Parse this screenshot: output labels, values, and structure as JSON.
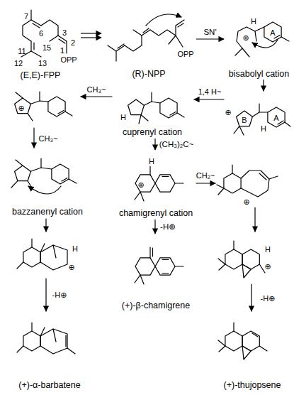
{
  "diagram": {
    "nodes": [
      {
        "text": [
          "(E,E)-FPP"
        ]
      },
      {
        "text": [
          "(R)-NPP"
        ]
      },
      {
        "text": [
          "bisabolyl cation"
        ]
      },
      {
        "text": [
          "cuprenyl cation"
        ]
      },
      {
        "text": [
          "bazzanenyl cation"
        ]
      },
      {
        "text": [
          "chamigrenyl cation"
        ]
      },
      {
        "text": [
          "(+)-β-chamigrene"
        ]
      },
      {
        "text": [
          "(+)-α-barbatene"
        ]
      },
      {
        "text": [
          "(+)-thujopsene"
        ]
      }
    ],
    "edges": [
      {
        "from": 0,
        "to": 1,
        "arrow": "to"
      },
      {
        "from": 1,
        "to": 2,
        "label": "SN'",
        "arrow": "to"
      },
      {
        "from": 3,
        "to": 5,
        "label": "(CH₃)₂C~",
        "arrow": "to"
      },
      {
        "from": 5,
        "to": 6,
        "label": "-H⊕",
        "arrow": "to"
      }
    ],
    "labels": [
      "1",
      "2",
      "3",
      "6",
      "7",
      "11",
      "12",
      "13",
      "15",
      "OPP",
      "OPP",
      "H",
      "⊕",
      "A",
      "1,4 H~",
      "B",
      "A",
      "H",
      "⊕",
      "H",
      "CH₃~",
      "⊕",
      "CH₃~",
      "H",
      "⊕",
      "-H⊕",
      "H",
      "⊕",
      "CH₂~",
      "⊕",
      "H",
      "⊕",
      "-H⊕"
    ]
  }
}
